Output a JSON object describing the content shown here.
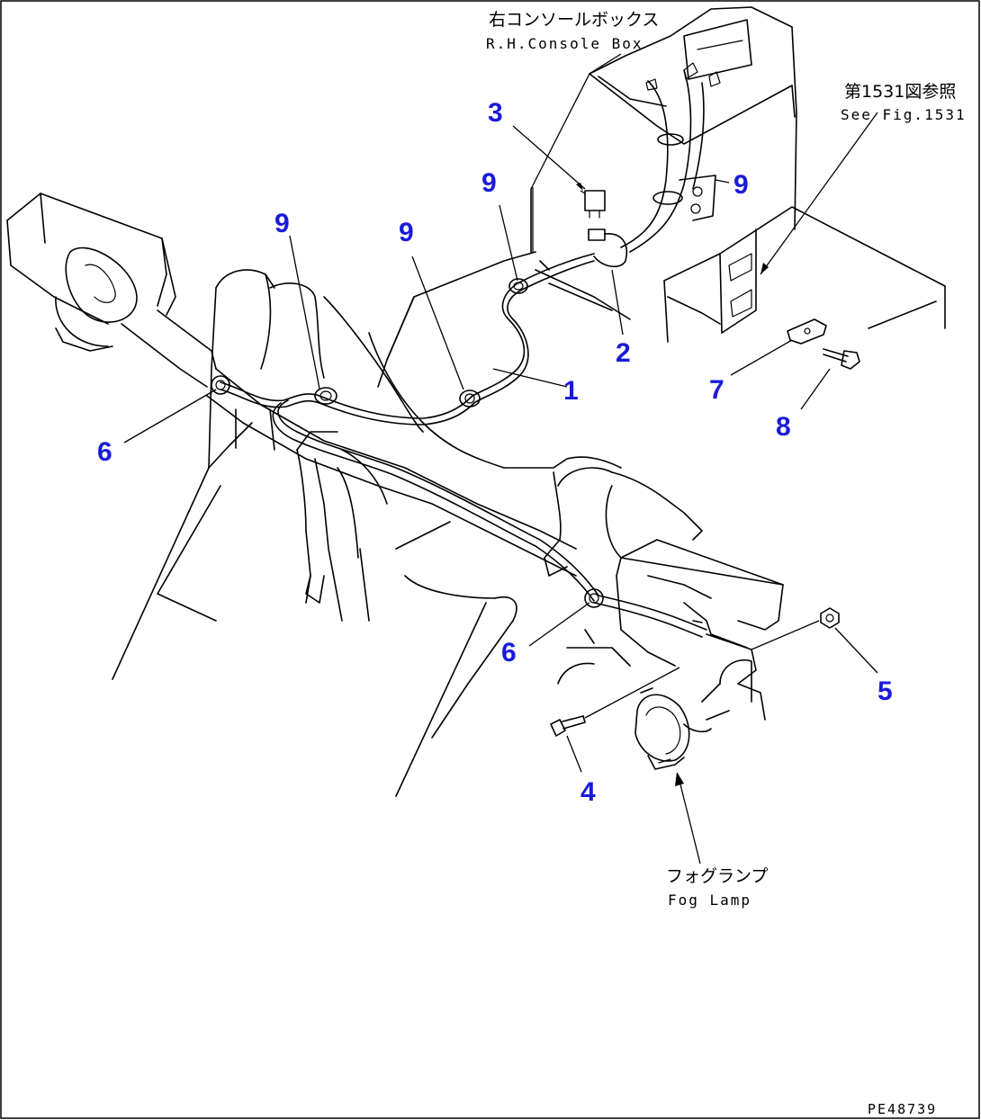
{
  "labels": {
    "console_jp": "右コンソールボックス",
    "console_en": "R.H.Console Box",
    "ref_jp": "第1531図参照",
    "ref_en": "See Fig.1531",
    "foglamp_jp": "フォグランプ",
    "foglamp_en": "Fog Lamp",
    "drawing_code": "PE48739"
  },
  "callouts": {
    "c1": "1",
    "c2": "2",
    "c3": "3",
    "c4": "4",
    "c5": "5",
    "c6a": "6",
    "c6b": "6",
    "c7": "7",
    "c8": "8",
    "c9a": "9",
    "c9b": "9",
    "c9c": "9",
    "c9d": "9"
  },
  "colors": {
    "callout": "#1a1adb",
    "line": "#000000"
  }
}
